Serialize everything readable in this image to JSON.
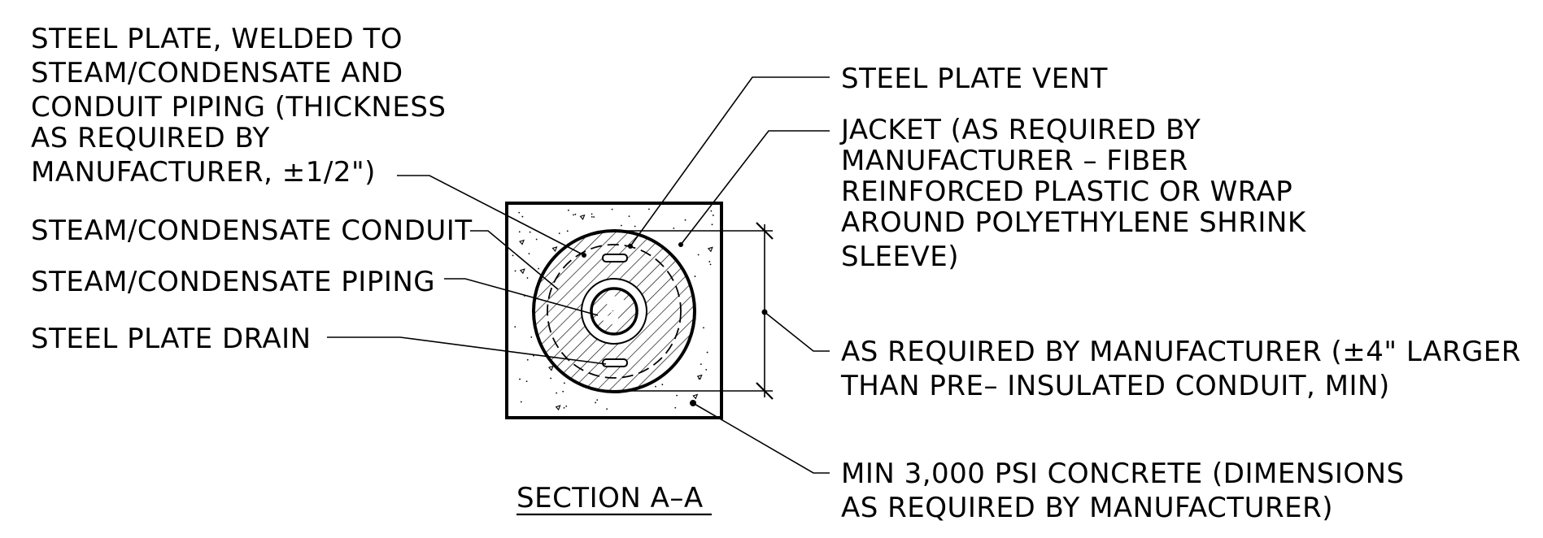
{
  "labels": {
    "steel_plate_welded": [
      "STEEL PLATE, WELDED TO",
      "STEAM/CONDENSATE AND",
      "CONDUIT PIPING (THICKNESS",
      "AS REQUIRED BY",
      "MANUFACTURER, ±1/2\")"
    ],
    "conduit": "STEAM/CONDENSATE CONDUIT",
    "piping": "STEAM/CONDENSATE PIPING",
    "drain": "STEEL PLATE DRAIN",
    "vent": "STEEL PLATE VENT",
    "jacket": [
      "JACKET (AS REQUIRED BY",
      "MANUFACTURER – FIBER",
      "REINFORCED PLASTIC OR WRAP",
      "AROUND POLYETHYLENE SHRINK",
      "SLEEVE)"
    ],
    "dimension": [
      "AS REQUIRED BY MANUFACTURER (±4\" LARGER",
      "THAN PRE– INSULATED CONDUIT, MIN)"
    ],
    "concrete": [
      "MIN 3,000 PSI CONCRETE (DIMENSIONS",
      "AS REQUIRED BY MANUFACTURER)"
    ]
  },
  "section_title": "SECTION A–A"
}
